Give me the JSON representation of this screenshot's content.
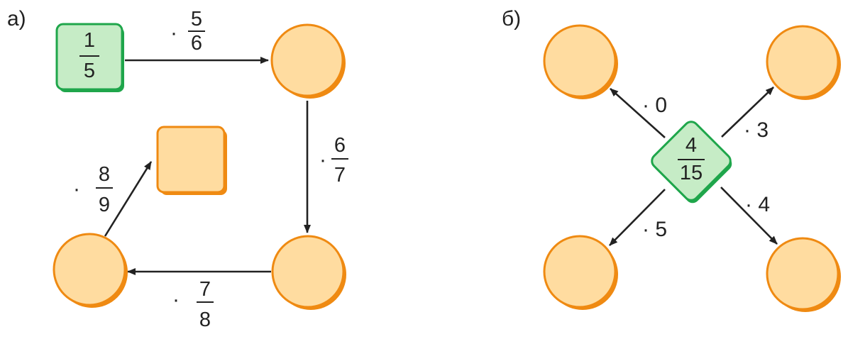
{
  "diagram_a": {
    "part_label": "а)",
    "start_value": {
      "numerator": "1",
      "denominator": "5"
    },
    "edges": [
      {
        "dot": "·",
        "numerator": "5",
        "denominator": "6"
      },
      {
        "dot": "·",
        "numerator": "6",
        "denominator": "7"
      },
      {
        "dot": "·",
        "numerator": "7",
        "denominator": "8"
      },
      {
        "dot": "·",
        "numerator": "8",
        "denominator": "9"
      }
    ]
  },
  "diagram_b": {
    "part_label": "б)",
    "center_value": {
      "numerator": "4",
      "denominator": "15"
    },
    "edges": [
      {
        "label": "· 0"
      },
      {
        "label": "· 3"
      },
      {
        "label": "· 4"
      },
      {
        "label": "· 5"
      }
    ]
  },
  "colors": {
    "green_fill": "#c6ecc6",
    "green_stroke": "#1fa64b",
    "orange_fill": "#ffdca0",
    "orange_stroke": "#ef8a12",
    "arrow": "#222222"
  }
}
